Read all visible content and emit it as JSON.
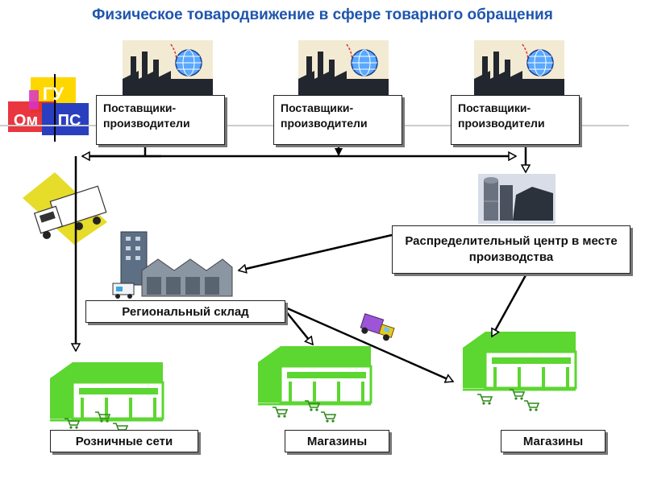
{
  "title": "Физическое товародвижение в сфере товарного обращения",
  "logo": {
    "letters": [
      "ГУ",
      "Ом",
      "ПС"
    ]
  },
  "suppliers": [
    {
      "label": "Поставщики-\nпроизводители"
    },
    {
      "label": "Поставщики-\nпроизводители"
    },
    {
      "label": "Поставщики-\nпроизводители"
    }
  ],
  "distribution_center": {
    "label": "Распределительный центр в месте производства"
  },
  "regional_warehouse": {
    "label": "Региональный склад"
  },
  "outlets": [
    {
      "label": "Розничные сети"
    },
    {
      "label": "Магазины"
    },
    {
      "label": "Магазины"
    }
  ],
  "colors": {
    "title": "#1f55ad",
    "store_green": "#5cd630",
    "arrow": "#000000",
    "logo_yellow": "#ffd700",
    "logo_red": "#e8202a",
    "logo_blue": "#2a3fbf",
    "logo_magenta": "#d733c9"
  }
}
